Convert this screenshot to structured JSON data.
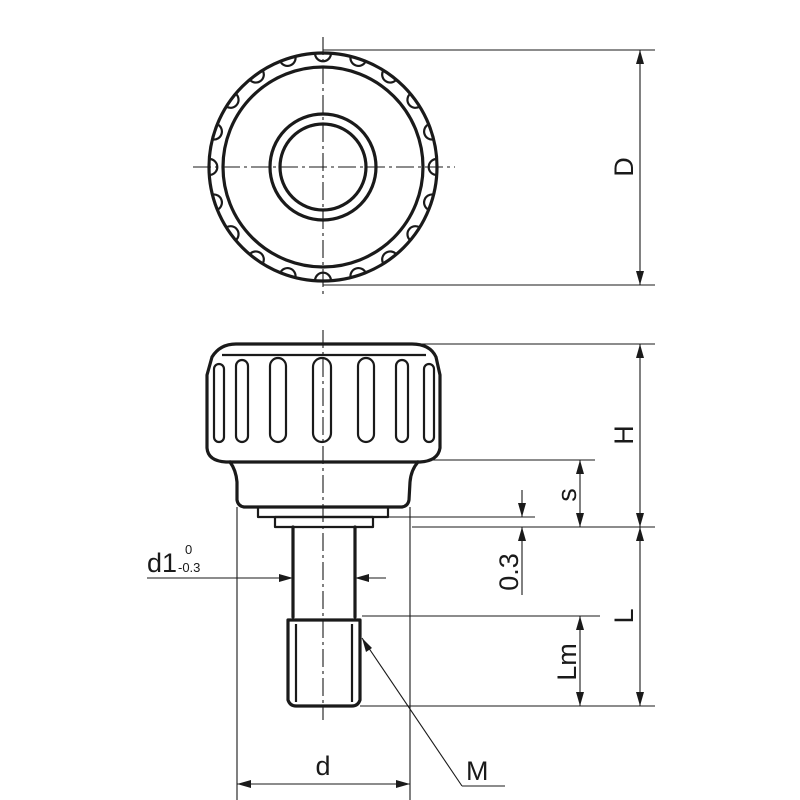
{
  "labels": {
    "D": "D",
    "H": "H",
    "s": "s",
    "gap": "0.3",
    "L": "L",
    "Lm": "Lm",
    "d": "d",
    "M": "M",
    "d1": "d1",
    "d1_tol_upper": "0",
    "d1_tol_lower": "-0.3"
  }
}
